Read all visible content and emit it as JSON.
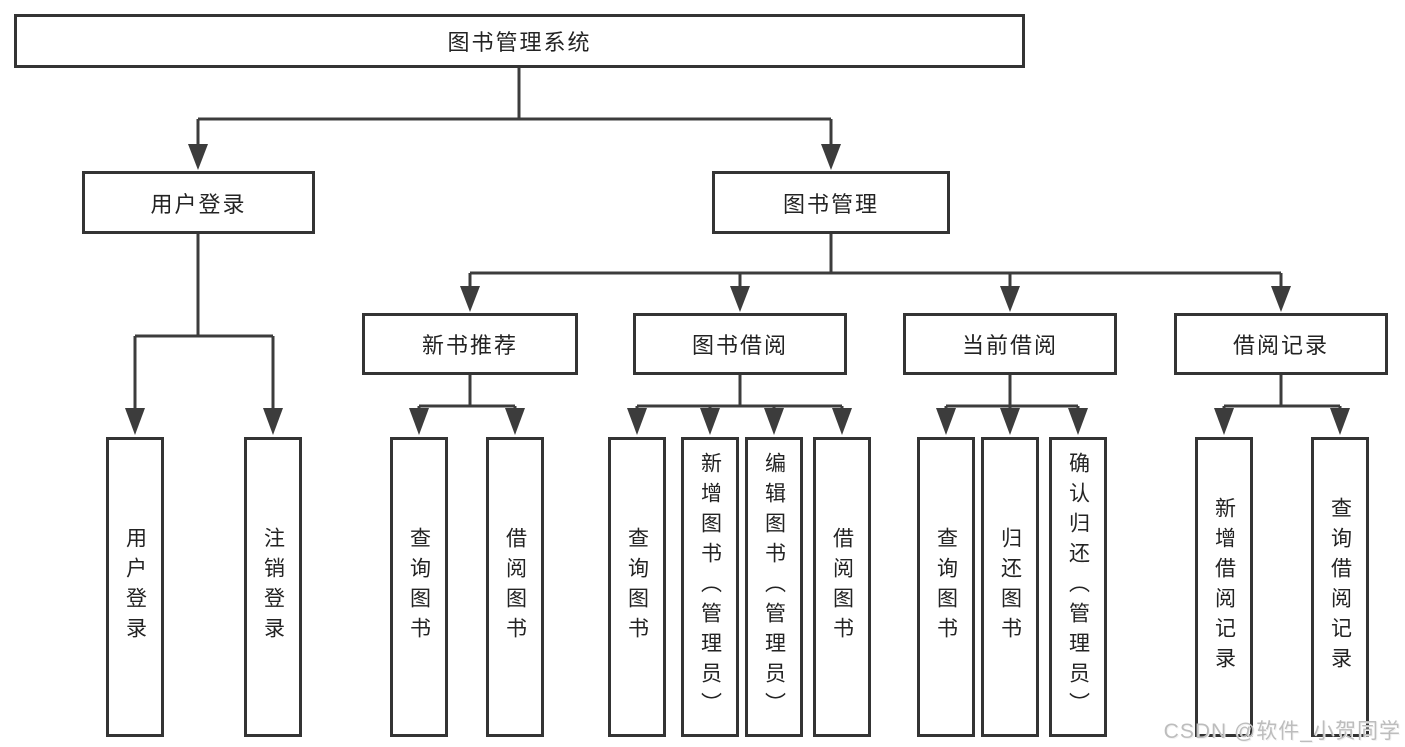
{
  "diagram": {
    "title": "图书管理系统",
    "watermark": "CSDN @软件_小贺同学",
    "colors": {
      "line": "#3c3c3c",
      "box_border": "#343434",
      "box_background": "#ffffff",
      "text": "#232323",
      "watermark": "#bdbdbd",
      "background": "#ffffff"
    },
    "tree": {
      "label": "图书管理系统",
      "children": [
        {
          "label": "用户登录",
          "children": [
            {
              "label": "用户登录"
            },
            {
              "label": "注销登录"
            }
          ]
        },
        {
          "label": "图书管理",
          "children": [
            {
              "label": "新书推荐",
              "children": [
                {
                  "label": "查询图书"
                },
                {
                  "label": "借阅图书"
                }
              ]
            },
            {
              "label": "图书借阅",
              "children": [
                {
                  "label": "查询图书"
                },
                {
                  "label": "新增图书（管理员）"
                },
                {
                  "label": "编辑图书（管理员）"
                },
                {
                  "label": "借阅图书"
                }
              ]
            },
            {
              "label": "当前借阅",
              "children": [
                {
                  "label": "查询图书"
                },
                {
                  "label": "归还图书"
                },
                {
                  "label": "确认归还（管理员）"
                }
              ]
            },
            {
              "label": "借阅记录",
              "children": [
                {
                  "label": "新增借阅记录"
                },
                {
                  "label": "查询借阅记录"
                }
              ]
            }
          ]
        }
      ]
    }
  }
}
